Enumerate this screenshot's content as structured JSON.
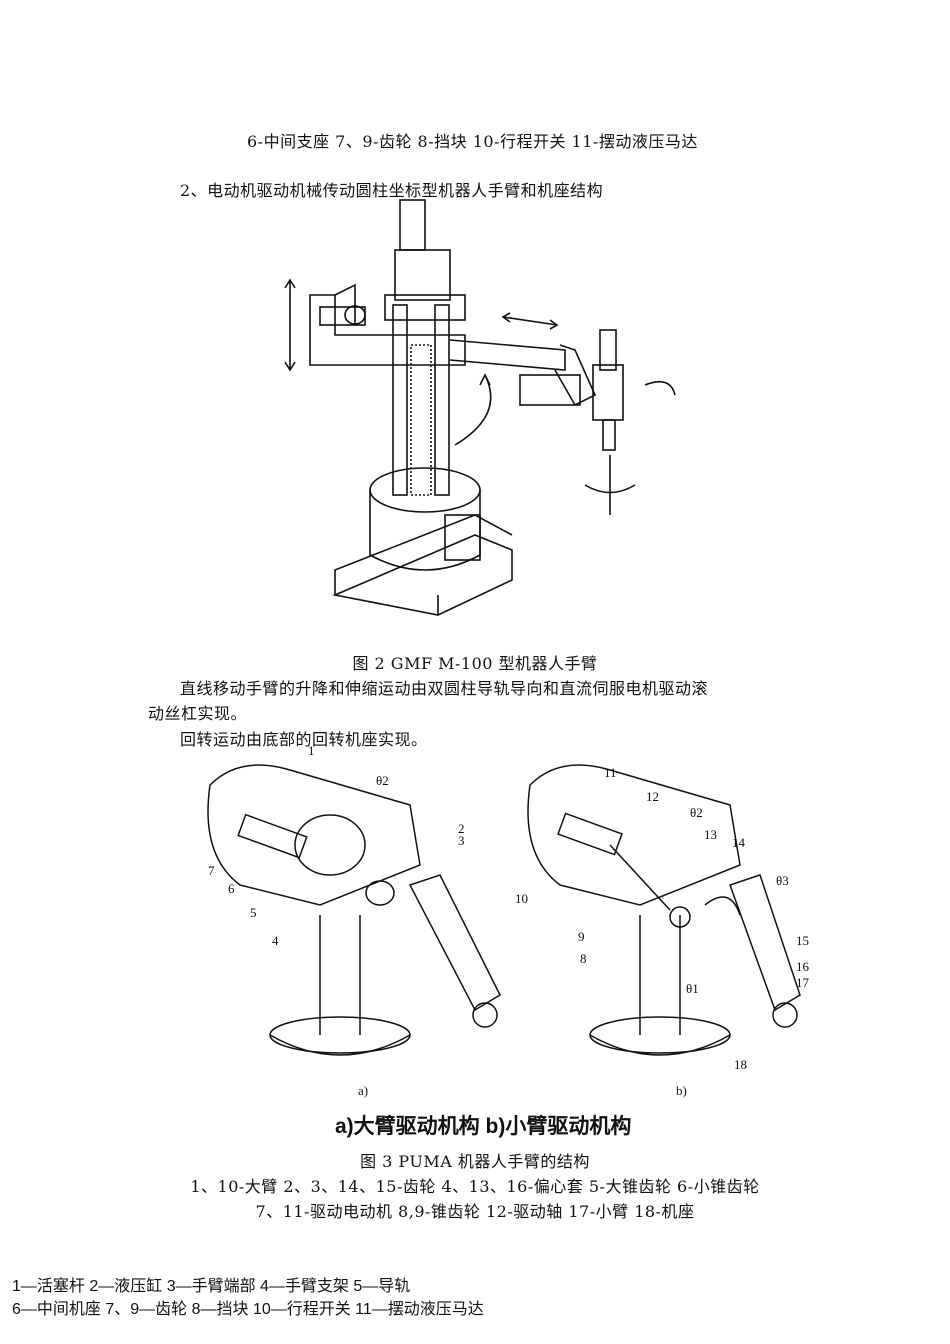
{
  "top_caption": "6-中间支座 7、9-齿轮 8-挡块 10-行程开关 11-摆动液压马达",
  "section_heading": "2、电动机驱动机械传动圆柱坐标型机器人手臂和机座结构",
  "figure2": {
    "caption": "图 2 GMF M-100 型机器人手臂"
  },
  "para1_line1": "直线移动手臂的升降和伸缩运动由双圆柱导轨导向和直流伺服电机驱动滚",
  "para1_line2": "动丝杠实现。",
  "para2": "回转运动由底部的回转机座实现。",
  "figure3": {
    "labels_a": [
      "1",
      "2",
      "3",
      "4",
      "5",
      "6",
      "7"
    ],
    "labels_b": [
      "8",
      "9",
      "10",
      "11",
      "12",
      "13",
      "14",
      "15",
      "16",
      "17",
      "18"
    ],
    "theta_a": "θ2",
    "theta_b_1": "θ1",
    "theta_b_2": "θ2",
    "theta_b_3": "θ3",
    "sub_a": "a)",
    "sub_b": "b)",
    "subtitle": "a)大臂驱动机构  b)小臂驱动机构",
    "caption": "图 3 PUMA 机器人手臂的结构",
    "legend_line1": "1、10-大臂 2、3、14、15-齿轮 4、13、16-偏心套 5-大锥齿轮 6-小锥齿轮",
    "legend_line2": "7、11-驱动电动机 8,9-锥齿轮 12-驱动轴 17-小臂 18-机座"
  },
  "bottom_legend": {
    "line1": "1—活塞杆    2—液压缸    3—手臂端部    4—手臂支架    5—导轨",
    "line2": "6—中间机座    7、9—齿轮    8—挡块    10—行程开关      11—摆动液压马达"
  }
}
